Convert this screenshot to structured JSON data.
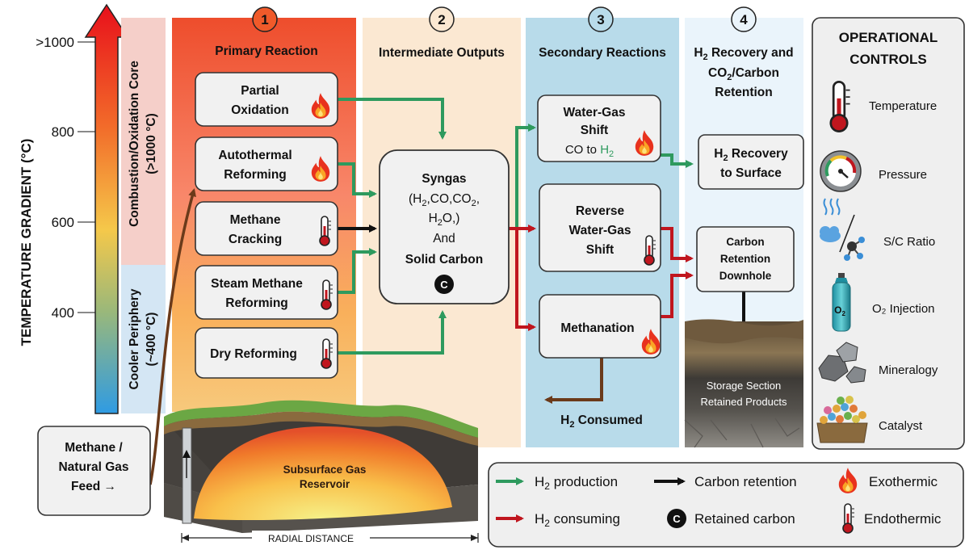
{
  "axis": {
    "title": "TEMPERATURE GRADIENT (°C)",
    "ticks": [
      ">1000",
      "800",
      "600",
      "400"
    ],
    "core_label_1": "Combustion/Oxidation Core",
    "core_label_2": "(>1000 °C)",
    "periphery_label_1": "Cooler Periphery",
    "periphery_label_2": "(~400 °C)"
  },
  "columns": [
    {
      "number": "1",
      "title": "Primary Reaction"
    },
    {
      "number": "2",
      "title": "Intermediate Outputs"
    },
    {
      "number": "3",
      "title": "Secondary Reactions"
    },
    {
      "number": "4",
      "title_line1": "H",
      "title_line1_sub": "2",
      "title_line1_rest": " Recovery and",
      "title_line2": "CO",
      "title_line2_sub": "2",
      "title_line2_rest": "/Carbon",
      "title_line3": "Retention"
    }
  ],
  "primary": [
    {
      "line1": "Partial",
      "line2": "Oxidation",
      "icon": "flame-icon"
    },
    {
      "line1": "Autothermal",
      "line2": "Reforming",
      "icon": "flame-icon"
    },
    {
      "line1": "Methane",
      "line2": "Cracking",
      "icon": "thermometer-icon"
    },
    {
      "line1": "Steam Methane",
      "line2": "Reforming",
      "icon": "thermometer-icon"
    },
    {
      "line1": "Dry Reforming",
      "line2": "",
      "icon": "thermometer-icon"
    }
  ],
  "syngas": {
    "title": "Syngas",
    "line2": "(H",
    "line2b": "2",
    "line2c": ",CO,CO",
    "line2d": "2",
    "line2e": ",",
    "line3": "H",
    "line3b": "2",
    "line3c": "O,)",
    "line4": "And",
    "line5": "Solid Carbon",
    "badge": "C"
  },
  "secondary": {
    "wgs_line1": "Water-Gas",
    "wgs_line2": "Shift",
    "wgs_line3a": "CO to ",
    "wgs_line3b": "H",
    "wgs_line3c": "2",
    "rwgs_line1": "Reverse",
    "rwgs_line2": "Water-Gas",
    "rwgs_line3": "Shift",
    "meth": "Methanation",
    "consumed_a": "H",
    "consumed_b": "2",
    "consumed_c": " Consumed"
  },
  "recovery": {
    "h2_line1a": "H",
    "h2_line1b": "2",
    "h2_line1c": " Recovery",
    "h2_line2": "to Surface",
    "carbon_line1": "Carbon",
    "carbon_line2": "Retention",
    "carbon_line3": "Downhole",
    "storage_line1": "Storage Section",
    "storage_line2": "Retained Products"
  },
  "feed": {
    "line1": "Methane /",
    "line2": "Natural Gas",
    "line3": "Feed →"
  },
  "reservoir": {
    "line1": "Subsurface Gas",
    "line2": "Reservoir",
    "radial": "RADIAL DISTANCE"
  },
  "controls": {
    "title1": "OPERATIONAL",
    "title2": "CONTROLS",
    "items": [
      {
        "label": "Temperature",
        "icon": "thermometer-icon"
      },
      {
        "label": "Pressure",
        "icon": "pressure-gauge-icon"
      },
      {
        "label": "S/C Ratio",
        "icon": "steam-carbon-icon"
      },
      {
        "label": "O₂ Injection",
        "icon": "oxygen-cylinder-icon"
      },
      {
        "label": "Mineralogy",
        "icon": "rocks-icon"
      },
      {
        "label": "Catalyst",
        "icon": "catalyst-pellets-icon"
      }
    ],
    "o2_label": "O",
    "o2_sub": "2"
  },
  "legend": {
    "h2_prod_a": "H",
    "h2_prod_b": "2",
    "h2_prod_c": " production",
    "carbon_ret": "Carbon retention",
    "exothermic": "Exothermic",
    "h2_cons_a": "H",
    "h2_cons_b": "2",
    "h2_cons_c": " consuming",
    "retained": "Retained carbon",
    "endothermic": "Endothermic",
    "badge": "C"
  },
  "colors": {
    "green": "#2e9a5e",
    "red": "#c0161e",
    "black": "#111111",
    "brown": "#6b3a1a"
  }
}
